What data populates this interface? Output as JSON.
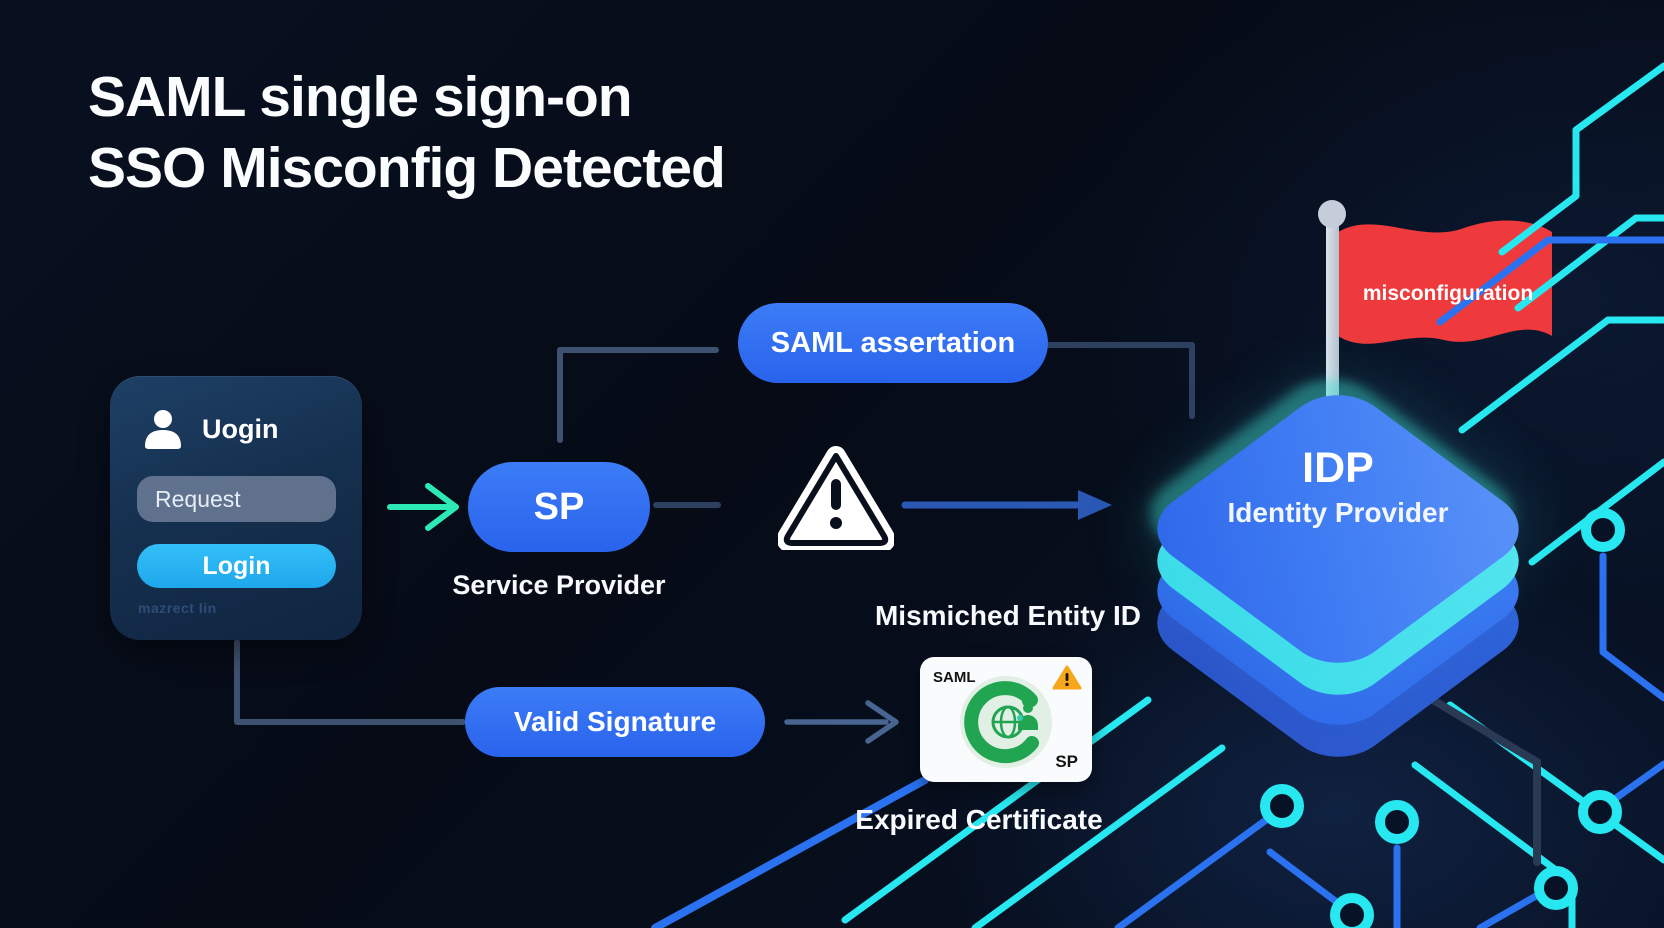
{
  "title": {
    "line1": "SAML single sign-on",
    "line2": "SSO Misconfig Detected"
  },
  "login_card": {
    "header": "Uogin",
    "input_value": "Request",
    "button_label": "Login",
    "footnote": "mazrect lin"
  },
  "flow": {
    "saml_assertion_pill": "SAML assertation",
    "sp_pill": "SP",
    "sp_label": "Service Provider",
    "valid_signature_pill": "Valid Signature",
    "mismatched_label": "Mismiched Entity ID",
    "expired_label": "Expired Certificate"
  },
  "certificate_card": {
    "top_left": "SAML",
    "bottom_right": "SP"
  },
  "idp": {
    "title": "IDP",
    "subtitle": "Identity Provider"
  },
  "flag": {
    "label": "misconfiguration"
  },
  "colors": {
    "text_white": "#f8fafc",
    "pill_blue": "#2a63ec",
    "login_cyan": "#25b2f1",
    "arrow_teal": "#2de9b6",
    "arrow_blue": "#2a58b4",
    "connector_slate": "#3e5170",
    "flag_red": "#ee3a3c",
    "circuit_cyan": "#27e8f0",
    "circuit_blue": "#2b72f0",
    "idp_top_blue": "#3f7cf3",
    "idp_cyan": "#3cdce9",
    "idp_mid_blue": "#2f69e8",
    "idp_deep_blue": "#2b55c8",
    "cert_green": "#22a551",
    "warn_orange": "#f6a71b"
  }
}
